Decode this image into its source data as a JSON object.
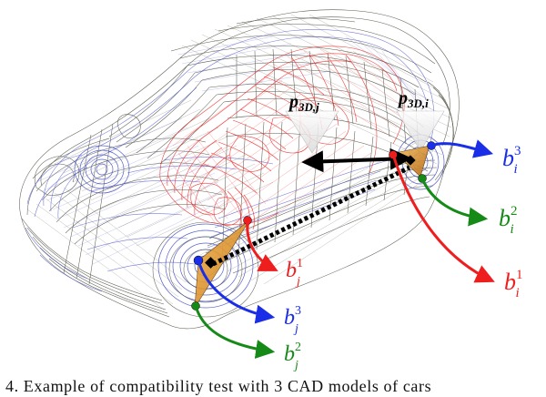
{
  "figure": {
    "labels": {
      "p3d_j": {
        "base": "p",
        "sub": "3D,j"
      },
      "p3d_i": {
        "base": "p",
        "sub": "3D,i"
      },
      "b_i_3": {
        "base": "b",
        "sub": "i",
        "sup": "3"
      },
      "b_i_2": {
        "base": "b",
        "sub": "i",
        "sup": "2"
      },
      "b_i_1": {
        "base": "b",
        "sub": "i",
        "sup": "1"
      },
      "b_j_1": {
        "base": "b",
        "sub": "j",
        "sup": "1"
      },
      "b_j_3": {
        "base": "b",
        "sub": "j",
        "sup": "3"
      },
      "b_j_2": {
        "base": "b",
        "sub": "j",
        "sup": "2"
      }
    },
    "colors": {
      "wire_gray": "#4a4e3e",
      "wire_blue": "#4a52c8",
      "wire_red": "#ee1818",
      "arrow_blue": "#1a2ee8",
      "arrow_green": "#168a16",
      "arrow_red": "#ee1e1e",
      "triangle_orange": "#e8a038",
      "marker_black": "#000000"
    }
  },
  "caption": {
    "text": "4.    Example of compatibility test with 3 CAD models of cars"
  }
}
